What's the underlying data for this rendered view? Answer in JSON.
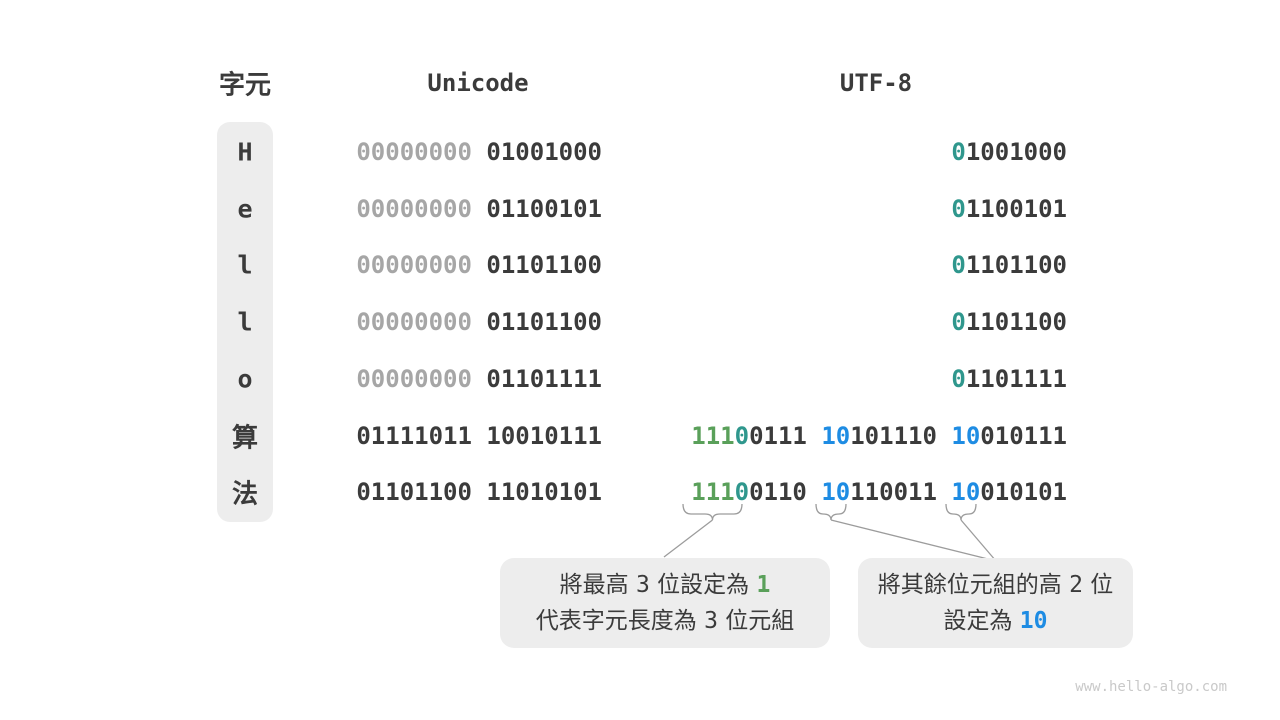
{
  "header": {
    "char_label": "字元",
    "unicode_label": "Unicode",
    "utf8_label": "UTF-8"
  },
  "rows": [
    {
      "char": "H",
      "latin": true,
      "unicode": [
        {
          "t": "00000000 ",
          "c": "gray"
        },
        {
          "t": "01001000",
          "c": "dark"
        }
      ],
      "utf8": [
        {
          "t": "0",
          "c": "teal"
        },
        {
          "t": "1001000",
          "c": "dark"
        }
      ]
    },
    {
      "char": "e",
      "latin": true,
      "unicode": [
        {
          "t": "00000000 ",
          "c": "gray"
        },
        {
          "t": "01100101",
          "c": "dark"
        }
      ],
      "utf8": [
        {
          "t": "0",
          "c": "teal"
        },
        {
          "t": "1100101",
          "c": "dark"
        }
      ]
    },
    {
      "char": "l",
      "latin": true,
      "unicode": [
        {
          "t": "00000000 ",
          "c": "gray"
        },
        {
          "t": "01101100",
          "c": "dark"
        }
      ],
      "utf8": [
        {
          "t": "0",
          "c": "teal"
        },
        {
          "t": "1101100",
          "c": "dark"
        }
      ]
    },
    {
      "char": "l",
      "latin": true,
      "unicode": [
        {
          "t": "00000000 ",
          "c": "gray"
        },
        {
          "t": "01101100",
          "c": "dark"
        }
      ],
      "utf8": [
        {
          "t": "0",
          "c": "teal"
        },
        {
          "t": "1101100",
          "c": "dark"
        }
      ]
    },
    {
      "char": "o",
      "latin": true,
      "unicode": [
        {
          "t": "00000000 ",
          "c": "gray"
        },
        {
          "t": "01101111",
          "c": "dark"
        }
      ],
      "utf8": [
        {
          "t": "0",
          "c": "teal"
        },
        {
          "t": "1101111",
          "c": "dark"
        }
      ]
    },
    {
      "char": "算",
      "latin": false,
      "unicode": [
        {
          "t": "01111011 10010111",
          "c": "dark"
        }
      ],
      "utf8": [
        {
          "t": "111",
          "c": "green"
        },
        {
          "t": "0",
          "c": "teal"
        },
        {
          "t": "0111 ",
          "c": "dark"
        },
        {
          "t": "10",
          "c": "blue"
        },
        {
          "t": "101110 ",
          "c": "dark"
        },
        {
          "t": "10",
          "c": "blue"
        },
        {
          "t": "010111",
          "c": "dark"
        }
      ]
    },
    {
      "char": "法",
      "latin": false,
      "unicode": [
        {
          "t": "01101100 11010101",
          "c": "dark"
        }
      ],
      "utf8": [
        {
          "t": "111",
          "c": "green"
        },
        {
          "t": "0",
          "c": "teal"
        },
        {
          "t": "0110 ",
          "c": "dark"
        },
        {
          "t": "10",
          "c": "blue"
        },
        {
          "t": "110011 ",
          "c": "dark"
        },
        {
          "t": "10",
          "c": "blue"
        },
        {
          "t": "010101",
          "c": "dark"
        }
      ]
    }
  ],
  "callouts": [
    {
      "lines": [
        [
          {
            "t": "將最高 "
          },
          {
            "t": "3",
            "c": "num"
          },
          {
            "t": " 位設定為 "
          },
          {
            "t": "1",
            "c": "num green"
          }
        ],
        [
          {
            "t": "代表字元長度為 "
          },
          {
            "t": "3",
            "c": "num"
          },
          {
            "t": " 位元組"
          }
        ]
      ]
    },
    {
      "lines": [
        [
          {
            "t": "將其餘位元組的高 "
          },
          {
            "t": "2",
            "c": "num"
          },
          {
            "t": " 位"
          }
        ],
        [
          {
            "t": "設定為 "
          },
          {
            "t": "10",
            "c": "num blue"
          }
        ]
      ]
    }
  ],
  "watermark": "www.hello-algo.com",
  "colors": {
    "dark": "#3b3b3b",
    "gray": "#a6a6a6",
    "teal": "#2f978d",
    "green": "#5aa05a",
    "blue": "#1e8ce3",
    "boxbg": "#ededed",
    "linegray": "#9c9c9c",
    "watermark": "#c9c9c9"
  }
}
